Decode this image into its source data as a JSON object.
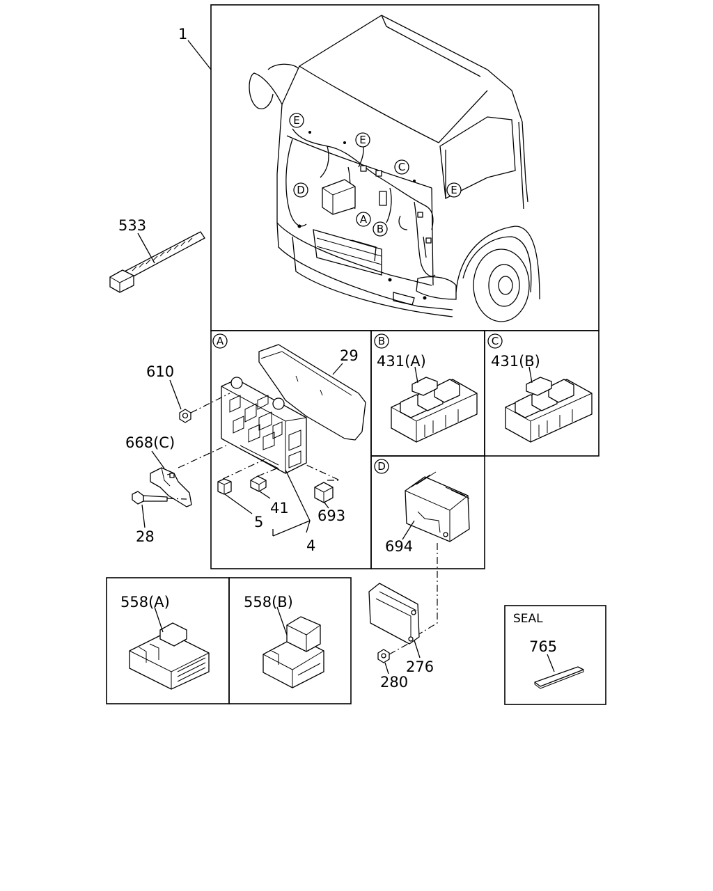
{
  "callouts": {
    "part_1": "1",
    "part_533": "533",
    "part_610": "610",
    "part_668c": "668(C)",
    "part_28": "28",
    "part_29": "29",
    "part_41": "41",
    "part_5": "5",
    "part_4": "4",
    "part_693": "693",
    "part_431a": "431(A)",
    "part_431b": "431(B)",
    "part_694": "694",
    "part_558a": "558(A)",
    "part_558b": "558(B)",
    "part_276": "276",
    "part_280": "280",
    "part_765": "765"
  },
  "section_markers": {
    "a": "A",
    "b": "B",
    "c": "C",
    "d": "D",
    "e": "E"
  },
  "seal_box": {
    "title": "SEAL"
  }
}
